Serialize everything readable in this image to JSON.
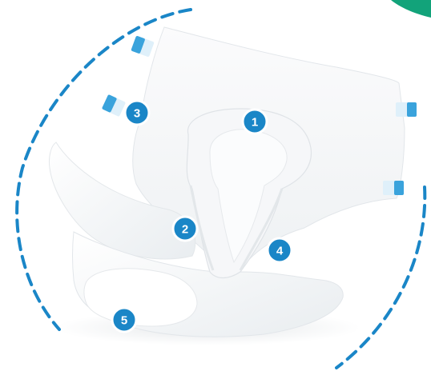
{
  "colors": {
    "accent_blue": "#1a86c7",
    "corner_teal": "#12a37a",
    "tab_blue": "#3aa3dc"
  },
  "markers": [
    {
      "label": "1"
    },
    {
      "label": "2"
    },
    {
      "label": "3"
    },
    {
      "label": "4"
    },
    {
      "label": "5"
    }
  ]
}
